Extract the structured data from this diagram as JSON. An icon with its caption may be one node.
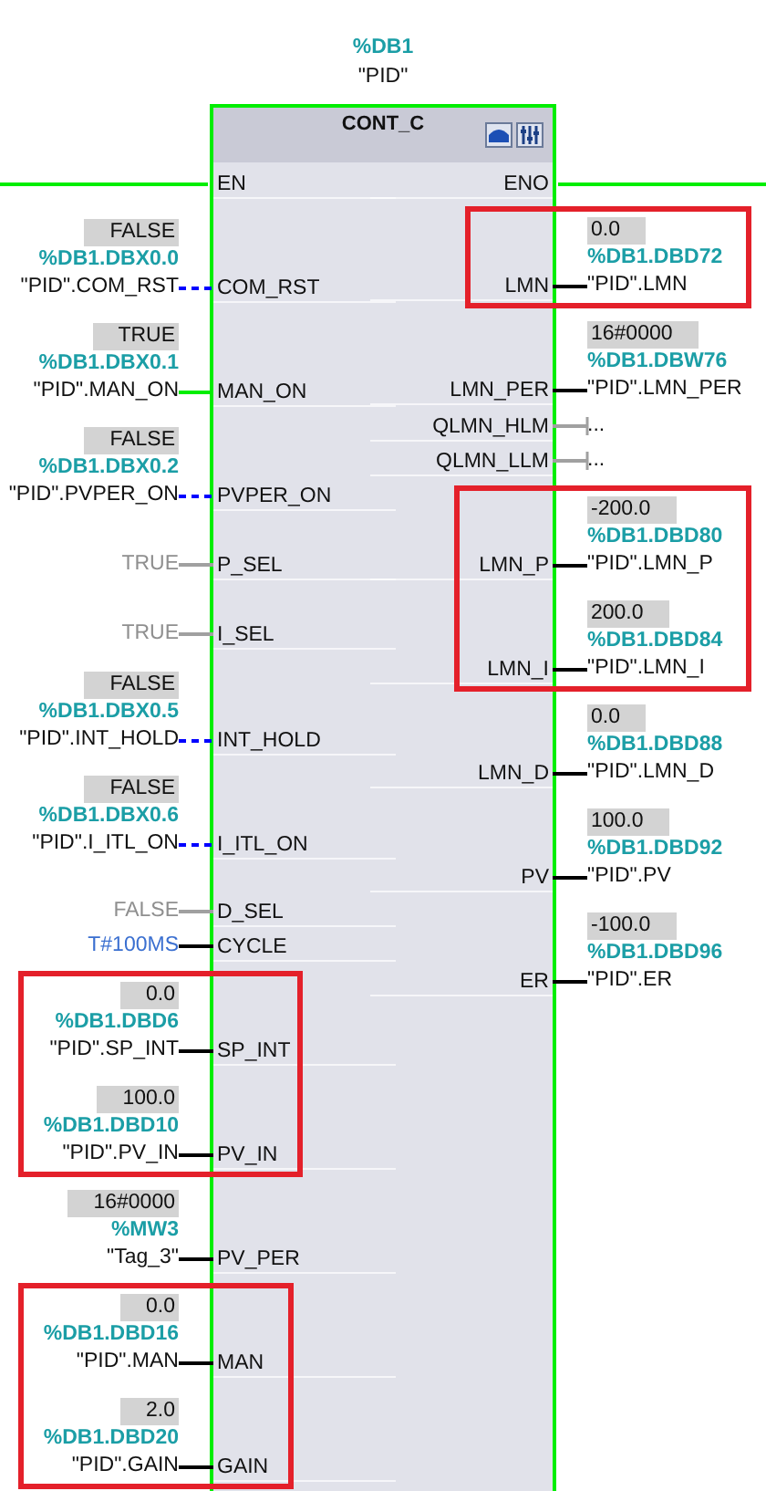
{
  "diagram": {
    "nodes": [
      {
        "text": [
          "CONT_C"
        ],
        "beside": [
          "%DB1",
          "\"PID\""
        ]
      },
      {
        "text": [
          "EN"
        ],
        "in": 0
      },
      {
        "text": [
          "COM_RST"
        ],
        "in": 0
      },
      {
        "text": [
          "MAN_ON"
        ],
        "in": 0
      },
      {
        "text": [
          "PVPER_ON"
        ],
        "in": 0
      },
      {
        "text": [
          "P_SEL"
        ],
        "in": 0
      },
      {
        "text": [
          "I_SEL"
        ],
        "in": 0
      },
      {
        "text": [
          "INT_HOLD"
        ],
        "in": 0
      },
      {
        "text": [
          "I_ITL_ON"
        ],
        "in": 0
      },
      {
        "text": [
          "D_SEL"
        ],
        "in": 0
      },
      {
        "text": [
          "CYCLE"
        ],
        "in": 0
      },
      {
        "text": [
          "SP_INT"
        ],
        "in": 0
      },
      {
        "text": [
          "PV_IN"
        ],
        "in": 0
      },
      {
        "text": [
          "PV_PER"
        ],
        "in": 0
      },
      {
        "text": [
          "MAN"
        ],
        "in": 0
      },
      {
        "text": [
          "GAIN"
        ],
        "in": 0
      },
      {
        "text": [
          "ENO"
        ],
        "in": 0
      },
      {
        "text": [
          "LMN"
        ],
        "in": 0
      },
      {
        "text": [
          "LMN_PER"
        ],
        "in": 0
      },
      {
        "text": [
          "QLMN_HLM"
        ],
        "in": 0
      },
      {
        "text": [
          "QLMN_LLM"
        ],
        "in": 0
      },
      {
        "text": [
          "LMN_P"
        ],
        "in": 0
      },
      {
        "text": [
          "LMN_I"
        ],
        "in": 0
      },
      {
        "text": [
          "LMN_D"
        ],
        "in": 0
      },
      {
        "text": [
          "PV"
        ],
        "in": 0
      },
      {
        "text": [
          "ER"
        ],
        "in": 0
      },
      {
        "text": [
          "FALSE",
          "%DB1.DBX0.0",
          "\"PID\".COM_RST"
        ]
      },
      {
        "text": [
          "TRUE",
          "%DB1.DBX0.1",
          "\"PID\".MAN_ON"
        ]
      },
      {
        "text": [
          "FALSE",
          "%DB1.DBX0.2",
          "\"PID\".PVPER_ON"
        ]
      },
      {
        "text": [
          "TRUE"
        ]
      },
      {
        "text": [
          "TRUE"
        ]
      },
      {
        "text": [
          "FALSE",
          "%DB1.DBX0.5",
          "\"PID\".INT_HOLD"
        ]
      },
      {
        "text": [
          "FALSE",
          "%DB1.DBX0.6",
          "\"PID\".I_ITL_ON"
        ]
      },
      {
        "text": [
          "FALSE"
        ]
      },
      {
        "text": [
          "T#100MS"
        ]
      },
      {
        "text": [
          "0.0",
          "%DB1.DBD6",
          "\"PID\".SP_INT"
        ],
        "in": 51
      },
      {
        "text": [
          "100.0",
          "%DB1.DBD10",
          "\"PID\".PV_IN"
        ],
        "in": 51
      },
      {
        "text": [
          "16#0000",
          "%MW3",
          "\"Tag_3\""
        ]
      },
      {
        "text": [
          "0.0",
          "%DB1.DBD16",
          "\"PID\".MAN"
        ],
        "in": 52
      },
      {
        "text": [
          "2.0",
          "%DB1.DBD20",
          "\"PID\".GAIN"
        ],
        "in": 52
      },
      {
        "text": [
          "0.0",
          "%DB1.DBD72",
          "\"PID\".LMN"
        ],
        "in": 49
      },
      {
        "text": [
          "16#0000",
          "%DB1.DBW76",
          "\"PID\".LMN_PER"
        ]
      },
      {
        "text": [
          "..."
        ]
      },
      {
        "text": [
          "..."
        ]
      },
      {
        "text": [
          "-200.0",
          "%DB1.DBD80",
          "\"PID\".LMN_P"
        ],
        "in": 50
      },
      {
        "text": [
          "200.0",
          "%DB1.DBD84",
          "\"PID\".LMN_I"
        ],
        "in": 50
      },
      {
        "text": [
          "0.0",
          "%DB1.DBD88",
          "\"PID\".LMN_D"
        ]
      },
      {
        "text": [
          "100.0",
          "%DB1.DBD92",
          "\"PID\".PV"
        ]
      },
      {
        "text": [
          "-100.0",
          "%DB1.DBD96",
          "\"PID\".ER"
        ]
      },
      {
        "text": [],
        "shape": "box"
      },
      {
        "text": [],
        "shape": "box"
      },
      {
        "text": [],
        "shape": "box"
      },
      {
        "text": [],
        "shape": "box"
      }
    ],
    "edges": [
      {
        "from": null,
        "to": 1,
        "arrow": "none",
        "color": "#00ee00"
      },
      {
        "from": 26,
        "to": 2,
        "arrow": "none",
        "style": "dashed",
        "color": "#0000ff"
      },
      {
        "from": 27,
        "to": 3,
        "arrow": "none",
        "color": "#00ee00"
      },
      {
        "from": 28,
        "to": 4,
        "arrow": "none",
        "style": "dashed",
        "color": "#0000ff"
      },
      {
        "from": 29,
        "to": 5,
        "arrow": "none",
        "color": "#a0a0a0"
      },
      {
        "from": 30,
        "to": 6,
        "arrow": "none",
        "color": "#a0a0a0"
      },
      {
        "from": 31,
        "to": 7,
        "arrow": "none",
        "style": "dashed",
        "color": "#0000ff"
      },
      {
        "from": 32,
        "to": 8,
        "arrow": "none",
        "style": "dashed",
        "color": "#0000ff"
      },
      {
        "from": 33,
        "to": 9,
        "arrow": "none",
        "color": "#a0a0a0"
      },
      {
        "from": 34,
        "to": 10,
        "arrow": "none"
      },
      {
        "from": 35,
        "to": 11,
        "arrow": "none"
      },
      {
        "from": 36,
        "to": 12,
        "arrow": "none"
      },
      {
        "from": 37,
        "to": 13,
        "arrow": "none"
      },
      {
        "from": 38,
        "to": 14,
        "arrow": "none"
      },
      {
        "from": 39,
        "to": 15,
        "arrow": "none"
      },
      {
        "from": 16,
        "to": null,
        "arrow": "none",
        "color": "#00ee00"
      },
      {
        "from": 17,
        "to": 40,
        "arrow": "none"
      },
      {
        "from": 18,
        "to": 41,
        "arrow": "none"
      },
      {
        "from": 19,
        "to": 42,
        "arrow": "other",
        "color": "#a0a0a0"
      },
      {
        "from": 20,
        "to": 43,
        "arrow": "other",
        "color": "#a0a0a0"
      },
      {
        "from": 21,
        "to": 44,
        "arrow": "none"
      },
      {
        "from": 22,
        "to": 45,
        "arrow": "none"
      },
      {
        "from": 23,
        "to": 46,
        "arrow": "none"
      },
      {
        "from": 24,
        "to": 47,
        "arrow": "none"
      },
      {
        "from": 25,
        "to": 48,
        "arrow": "none"
      }
    ]
  }
}
